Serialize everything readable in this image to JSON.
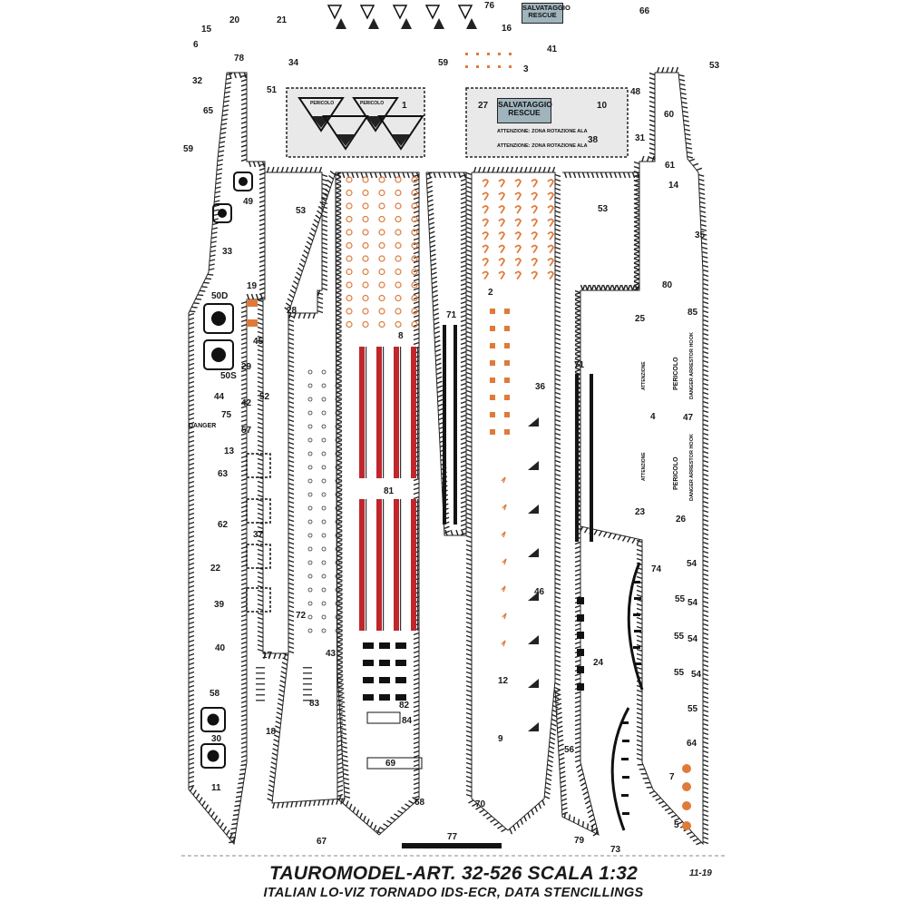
{
  "footer": {
    "title": "TAUROMODEL-ART. 32-526 SCALA 1:32",
    "subtitle": "ITALIAN LO-VIZ TORNADO IDS-ECR, DATA STENCILLINGS",
    "date_code": "11-19"
  },
  "stencils": {
    "rescue_label_line1": "SALVATAGGIO",
    "rescue_label_line2": "RESCUE",
    "wing_warning_1": "ATTENZIONE: ZONA ROTAZIONE ALA",
    "wing_warning_2": "ATTENZIONE: ZONA ROTAZIONE ALA",
    "pericolo_label": "PERICOLO",
    "danger_label": "DANGER",
    "pericolo_vertical_1": "PERICOLO",
    "pericolo_vertical_2": "PERICOLO",
    "danger_arrestor_1": "DANGER ARRESTOR HOOK",
    "danger_arrestor_2": "DANGER ARRESTOR HOOK",
    "attenzione_label": "ATTENZIONE"
  },
  "decal_numbers": [
    "20",
    "21",
    "15",
    "6",
    "78",
    "32",
    "65",
    "59",
    "51",
    "34",
    "76",
    "16",
    "66",
    "41",
    "3",
    "59",
    "53",
    "48",
    "60",
    "1",
    "27",
    "10",
    "38",
    "31",
    "61",
    "14",
    "49",
    "53",
    "53",
    "35",
    "33",
    "19",
    "50D",
    "28",
    "80",
    "85",
    "25",
    "45",
    "2",
    "8",
    "71",
    "71",
    "29",
    "50S",
    "44",
    "42",
    "52",
    "36",
    "75",
    "57",
    "13",
    "4",
    "47",
    "63",
    "81",
    "62",
    "37",
    "22",
    "23",
    "26",
    "39",
    "40",
    "72",
    "74",
    "54",
    "55",
    "54",
    "46",
    "43",
    "17",
    "12",
    "24",
    "55",
    "54",
    "58",
    "83",
    "82",
    "84",
    "18",
    "9",
    "56",
    "55",
    "54",
    "55",
    "30",
    "64",
    "69",
    "11",
    "7",
    "68",
    "70",
    "67",
    "77",
    "79",
    "73",
    "5"
  ],
  "colors": {
    "decal_red": "#c0262b",
    "decal_orange": "#e07a3a",
    "decal_black": "#141414",
    "rescue_blue_grey": "#9fb4bd",
    "panel_grey": "#e9e9e9"
  }
}
